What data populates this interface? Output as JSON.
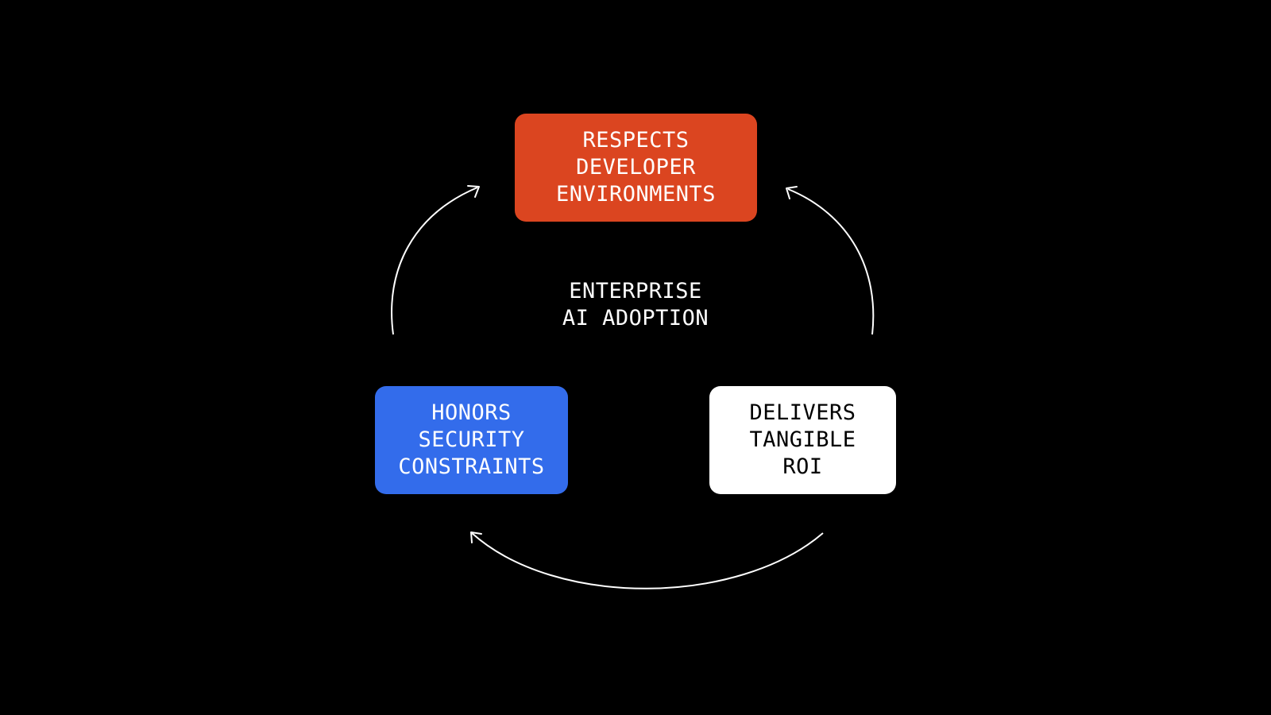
{
  "diagram": {
    "center": {
      "lines": [
        "ENTERPRISE",
        "AI ADOPTION"
      ]
    },
    "nodes": {
      "top": {
        "lines": [
          "RESPECTS",
          "DEVELOPER",
          "ENVIRONMENTS"
        ],
        "color": "#DB4520"
      },
      "left": {
        "lines": [
          "HONORS",
          "SECURITY",
          "CONSTRAINTS"
        ],
        "color": "#336CEB"
      },
      "right": {
        "lines": [
          "DELIVERS",
          "TANGIBLE",
          "ROI"
        ],
        "color": "#FFFFFF"
      }
    },
    "colors": {
      "background": "#000000",
      "arrow": "#FFFFFF"
    }
  }
}
